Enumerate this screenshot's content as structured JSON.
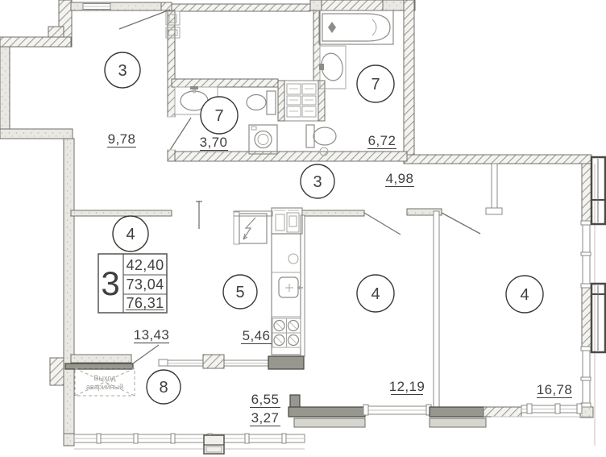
{
  "stamp": {
    "rooms_count": "3",
    "area_living": "42,40",
    "area": "73,04",
    "area_total": "76,31"
  },
  "room_badges": [
    {
      "id": "hall-top",
      "number": "3",
      "area": "9,78"
    },
    {
      "id": "wc-small",
      "number": "7",
      "area": "3,70"
    },
    {
      "id": "bathroom",
      "number": "7",
      "area": "6,72"
    },
    {
      "id": "hall-right",
      "number": "3",
      "area": "4,98"
    },
    {
      "id": "living",
      "number": "4",
      "area": "13,43"
    },
    {
      "id": "kitchen",
      "number": "5",
      "area": "5,46"
    },
    {
      "id": "bedroom-1",
      "number": "4",
      "area": "12,19"
    },
    {
      "id": "bedroom-2",
      "number": "4",
      "area": "16,78"
    },
    {
      "id": "balcony",
      "number": "8",
      "area": "6,55",
      "area_secondary": "3,27"
    }
  ],
  "annotations": {
    "emergency_exit_line1": "Выход",
    "emergency_exit_line2": "аварийный"
  }
}
